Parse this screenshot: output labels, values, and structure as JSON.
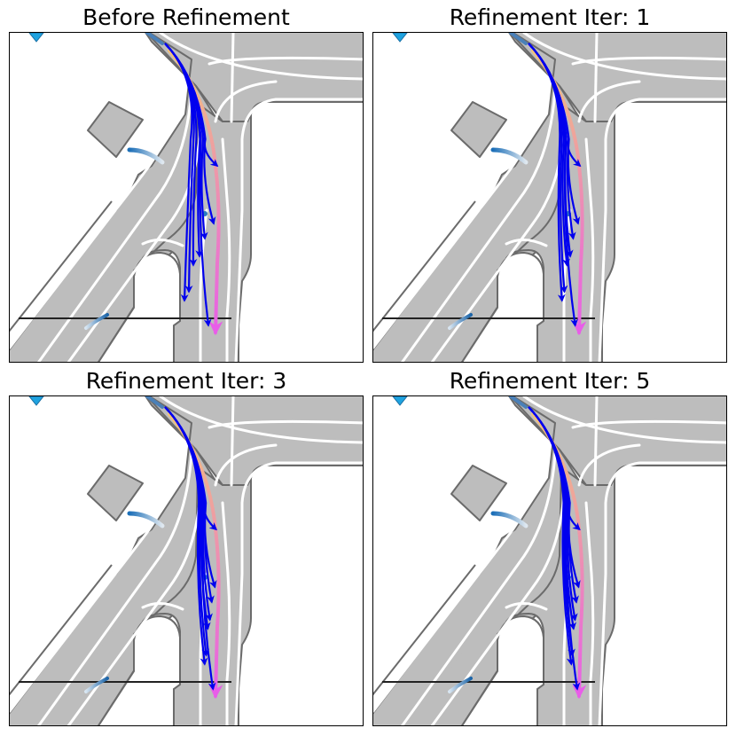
{
  "panels": [
    {
      "title": "Before Refinement",
      "spread": 1.0
    },
    {
      "title": "Refinement Iter: 1",
      "spread": 0.55
    },
    {
      "title": "Refinement Iter: 3",
      "spread": 0.35
    },
    {
      "title": "Refinement Iter: 5",
      "spread": 0.25
    }
  ],
  "colors": {
    "road": "#bdbdbd",
    "road_edge": "#6b6b6b",
    "lane_line": "#ffffff",
    "stop_line": "#222222",
    "prediction": "#0000ee",
    "ground_truth_start": "#f2c27a",
    "ground_truth_end": "#e85ee8",
    "agent": "#1fa3e0"
  }
}
